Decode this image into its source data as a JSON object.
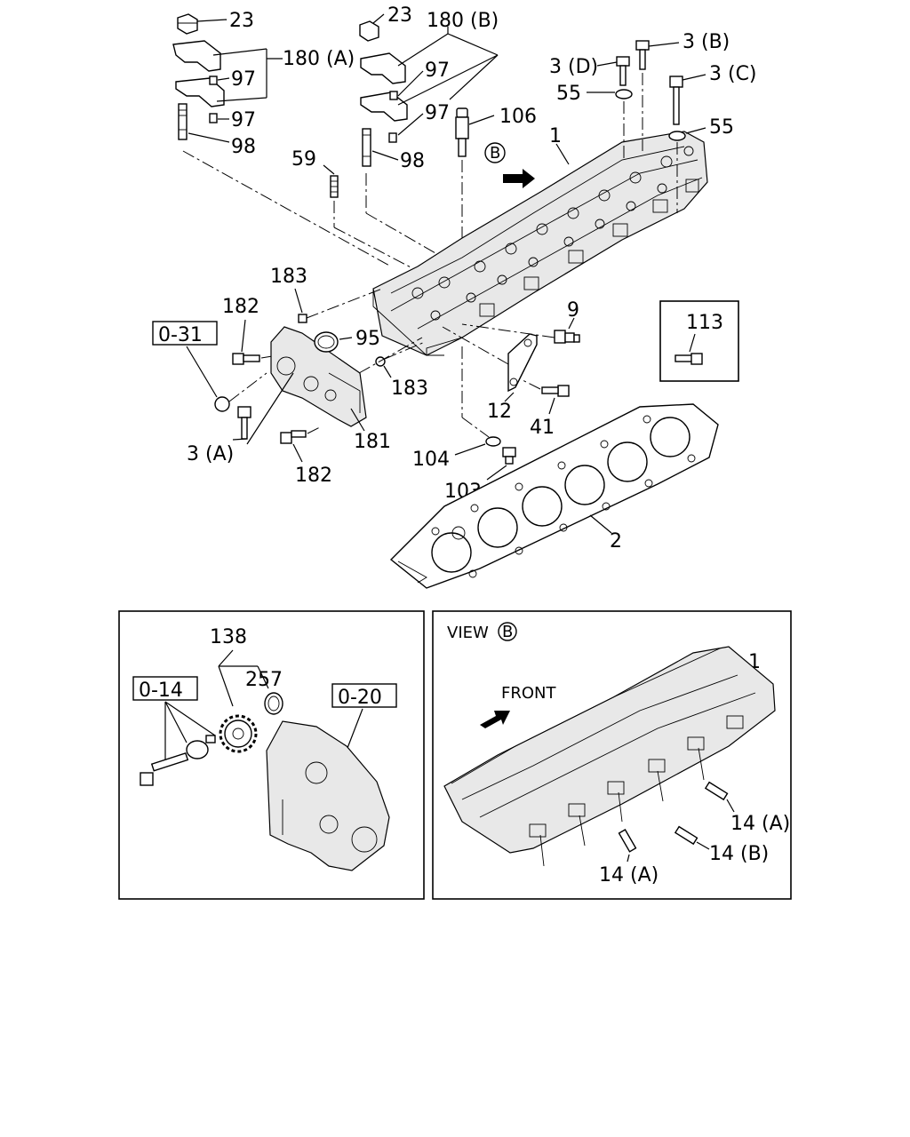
{
  "callouts": {
    "c23a": "23",
    "c23b": "23",
    "c180a": "180 (A)",
    "c180b": "180 (B)",
    "c97a": "97",
    "c97b": "97",
    "c97c": "97",
    "c97d": "97",
    "c98a": "98",
    "c98b": "98",
    "c59": "59",
    "c106": "106",
    "c1": "1",
    "c3d": "3 (D)",
    "c3b": "3 (B)",
    "c3c": "3 (C)",
    "c55a": "55",
    "c55b": "55",
    "c183a": "183",
    "c182a": "182",
    "c95": "95",
    "c183b": "183",
    "c9": "9",
    "c113": "113",
    "c3a": "3 (A)",
    "c181": "181",
    "c182b": "182",
    "c12": "12",
    "c41": "41",
    "c104": "104",
    "c103": "103",
    "c2": "2",
    "c138": "138",
    "c257": "257",
    "c1view": "1",
    "c14a1": "14 (A)",
    "c14b": "14 (B)",
    "c14a2": "14 (A)"
  },
  "refs": {
    "r031": "0-31",
    "r014": "0-14",
    "r020": "0-20"
  },
  "view": {
    "title": "VIEW",
    "marker": "B",
    "front_label": "FRONT"
  },
  "view_marker_main": "B"
}
